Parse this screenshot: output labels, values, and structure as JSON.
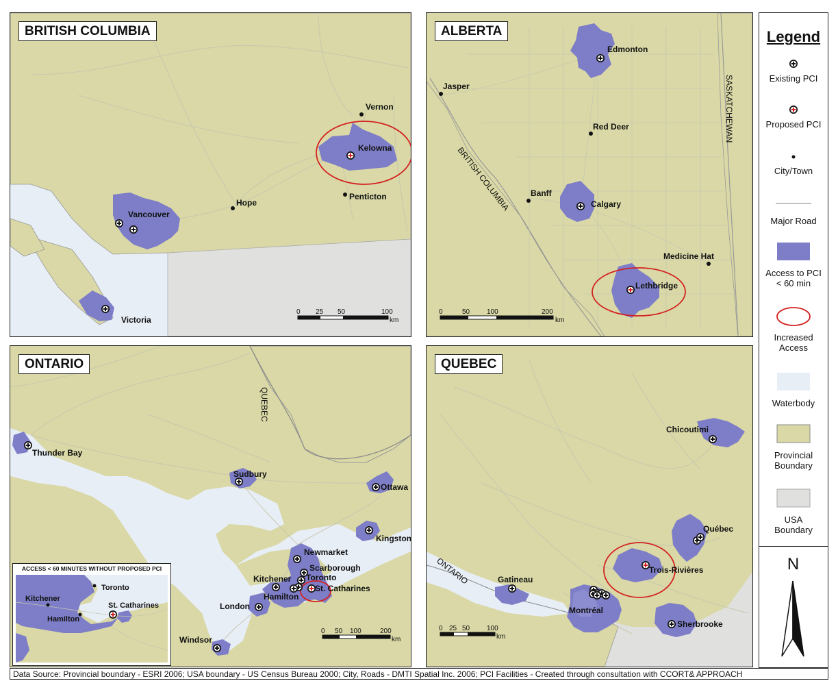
{
  "panels": {
    "bc": {
      "title": "BRITISH COLUMBIA",
      "cities": {
        "vernon": "Vernon",
        "kelowna": "Kelowna",
        "penticton": "Penticton",
        "hope": "Hope",
        "vancouver": "Vancouver",
        "victoria": "Victoria"
      },
      "scale": {
        "ticks": [
          "0",
          "25",
          "50",
          "100"
        ],
        "unit": "km"
      }
    },
    "ab": {
      "title": "ALBERTA",
      "cities": {
        "edmonton": "Edmonton",
        "jasper": "Jasper",
        "reddeer": "Red Deer",
        "banff": "Banff",
        "calgary": "Calgary",
        "medicinehat": "Medicine Hat",
        "lethbridge": "Lethbridge"
      },
      "labels": {
        "bc": "BRITISH COLUMBIA",
        "sk": "SASKATCHEWAN"
      },
      "scale": {
        "ticks": [
          "0",
          "50",
          "100",
          "200"
        ],
        "unit": "km"
      }
    },
    "on": {
      "title": "ONTARIO",
      "cities": {
        "thunderbay": "Thunder Bay",
        "sudbury": "Sudbury",
        "ottawa": "Ottawa",
        "kingston": "Kingston",
        "newmarket": "Newmarket",
        "scarborough": "Scarborough",
        "toronto": "Toronto",
        "kitchener": "Kitchener",
        "stcatharines": "St. Catharines",
        "hamilton": "Hamilton",
        "london": "London",
        "windsor": "Windsor"
      },
      "labels": {
        "qc": "QUEBEC"
      },
      "scale": {
        "ticks": [
          "0",
          "50",
          "100",
          "200"
        ],
        "unit": "km"
      },
      "inset": {
        "title": "ACCESS < 60 MINUTES WITHOUT PROPOSED PCI",
        "toronto": "Toronto",
        "kitchener": "Kitchener",
        "hamilton": "Hamilton",
        "stcatharines": "St. Catharines"
      }
    },
    "qc": {
      "title": "QUEBEC",
      "cities": {
        "chicoutimi": "Chicoutimi",
        "quebec": "Québec",
        "troisrivieres": "Trois-Rivières",
        "gatineau": "Gatineau",
        "montreal": "Montréal",
        "sherbrooke": "Sherbrooke"
      },
      "labels": {
        "on": "ONTARIO"
      },
      "scale": {
        "ticks": [
          "0",
          "25",
          "50",
          "100"
        ],
        "unit": "km"
      }
    }
  },
  "legend": {
    "title": "Legend",
    "items": {
      "existing": "Existing PCI",
      "proposed": "Proposed PCI",
      "city": "City/Town",
      "road": "Major Road",
      "access1": "Access to PCI",
      "access2": "< 60 min",
      "increased1": "Increased",
      "increased2": "Access",
      "water": "Waterbody",
      "prov1": "Provincial",
      "prov2": "Boundary",
      "usa1": "USA",
      "usa2": "Boundary"
    },
    "north": "N"
  },
  "colors": {
    "land": "#d9d8a6",
    "access": "#7e7ec8",
    "water": "#e8eef6",
    "usa": "#e0e0de",
    "road": "#c8c8b0",
    "increased": "#d42020"
  },
  "footer": "Data Source: Provincial boundary - ESRI 2006;  USA boundary - US Census Bureau 2000; City, Roads - DMTI Spatial Inc. 2006; PCI Facilities - Created through consultation with CCORT& APPROACH"
}
